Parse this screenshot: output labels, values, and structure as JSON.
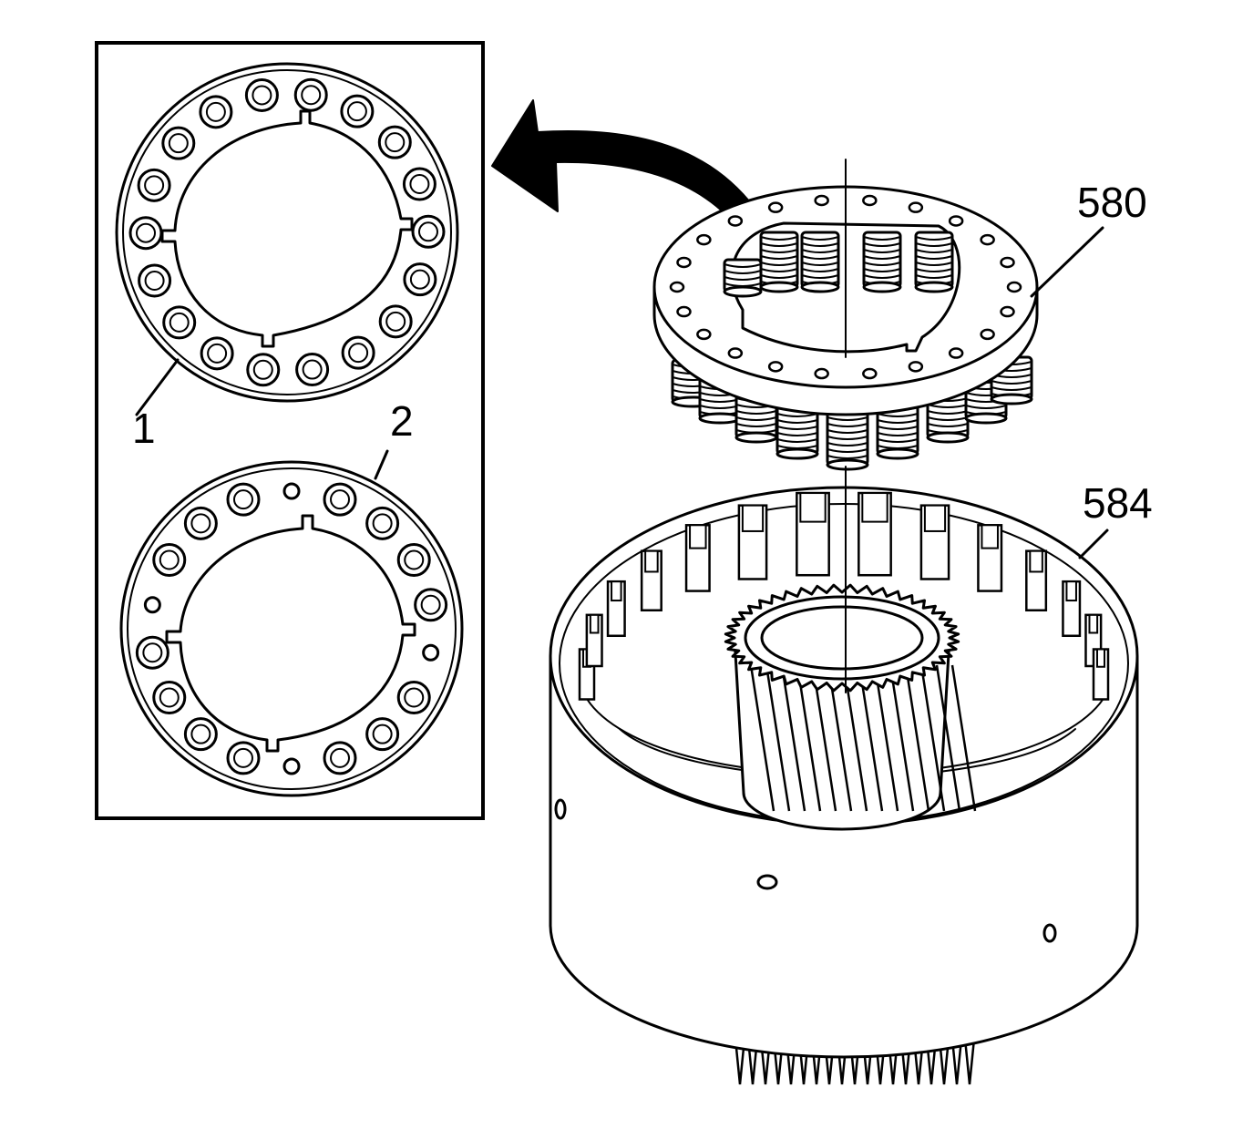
{
  "diagram": {
    "callouts": [
      {
        "id": "1",
        "text": "1"
      },
      {
        "id": "2",
        "text": "2"
      },
      {
        "id": "580",
        "text": "580"
      },
      {
        "id": "584",
        "text": "584"
      }
    ],
    "colors": {
      "ink": "#000000",
      "paper": "#ffffff"
    },
    "inset_plates": [
      {
        "id": "1",
        "spring_seats": 18,
        "small_holes": 0
      },
      {
        "id": "2",
        "spring_seats": 14,
        "small_holes": 4
      }
    ]
  }
}
